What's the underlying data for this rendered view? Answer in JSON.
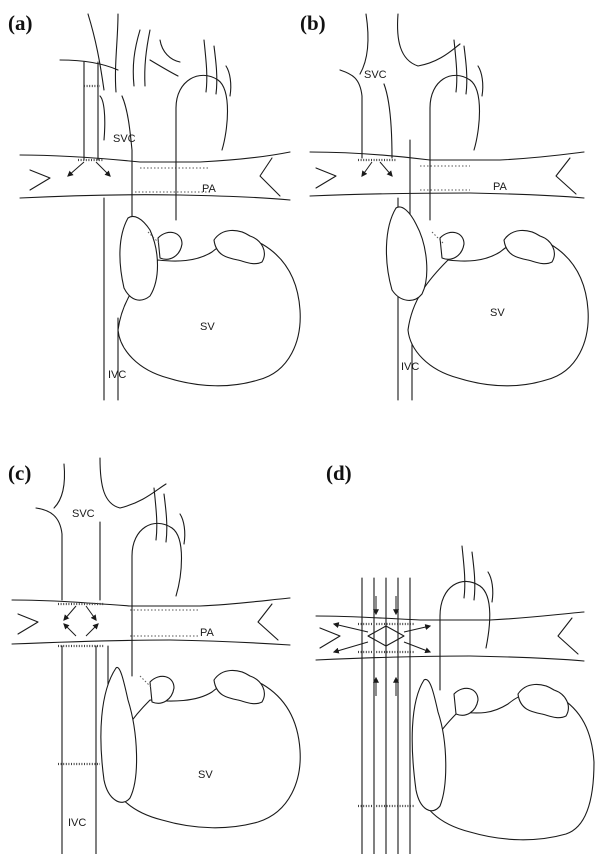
{
  "panels": [
    {
      "id": "a",
      "label": "(a)",
      "vessels": {
        "svc": "SVC",
        "pa": "PA",
        "sv": "SV",
        "ivc": "IVC"
      }
    },
    {
      "id": "b",
      "label": "(b)",
      "vessels": {
        "svc": "SVC",
        "pa": "PA",
        "sv": "SV",
        "ivc": "IVC"
      }
    },
    {
      "id": "c",
      "label": "(c)",
      "vessels": {
        "svc": "SVC",
        "pa": "PA",
        "sv": "SV",
        "ivc": "IVC"
      }
    },
    {
      "id": "d",
      "label": "(d)"
    }
  ]
}
